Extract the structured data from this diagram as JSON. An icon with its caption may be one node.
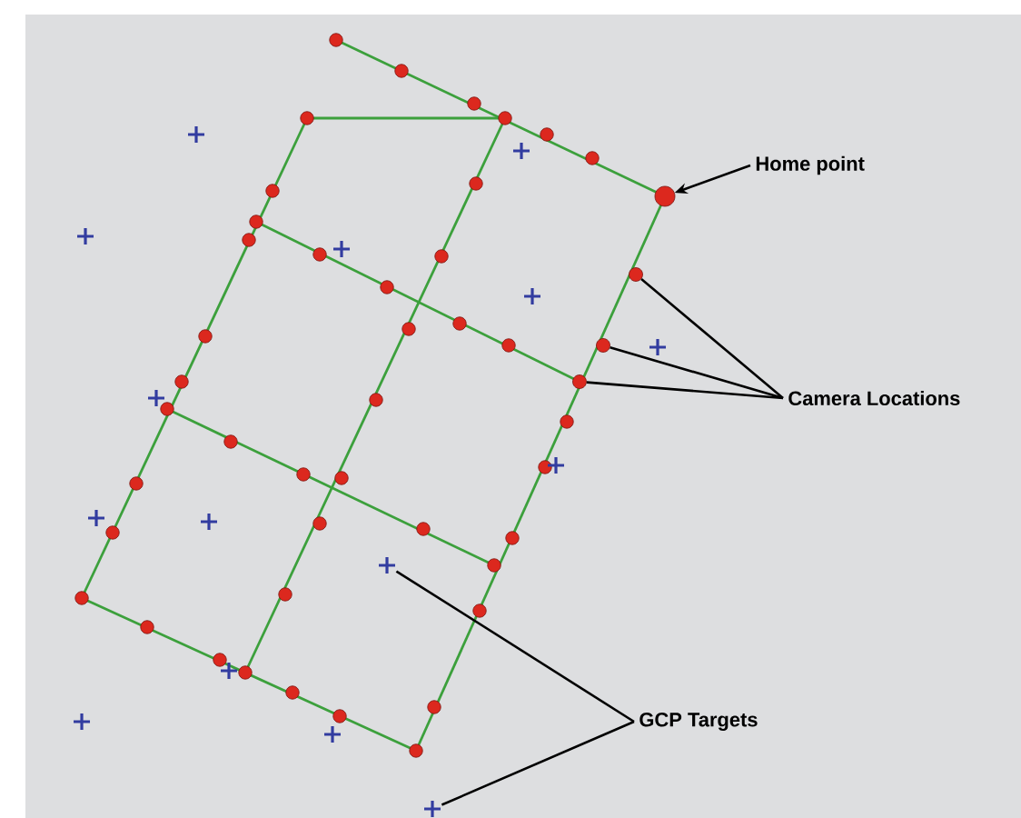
{
  "diagram": {
    "nodes": [
      {
        "text": [
          "Home point"
        ]
      },
      {
        "text": [],
        "shape": "circle"
      },
      {
        "text": [
          "Camera Locations"
        ]
      },
      {
        "text": [],
        "shape": "circle"
      },
      {
        "text": [],
        "shape": "circle"
      },
      {
        "text": [],
        "shape": "circle"
      },
      {
        "text": [
          "GCP Targets"
        ]
      },
      {
        "text": [],
        "shape": "cross"
      },
      {
        "text": [],
        "shape": "cross"
      }
    ],
    "edges": [
      {
        "from": 0,
        "to": 1,
        "arrow": "to"
      },
      {
        "from": 2,
        "to": 3,
        "arrow": "none"
      },
      {
        "from": 2,
        "to": 4,
        "arrow": "none"
      },
      {
        "from": 2,
        "to": 5,
        "arrow": "none"
      },
      {
        "from": 6,
        "to": 7,
        "arrow": "none"
      },
      {
        "from": 6,
        "to": 8,
        "arrow": "none"
      }
    ]
  }
}
